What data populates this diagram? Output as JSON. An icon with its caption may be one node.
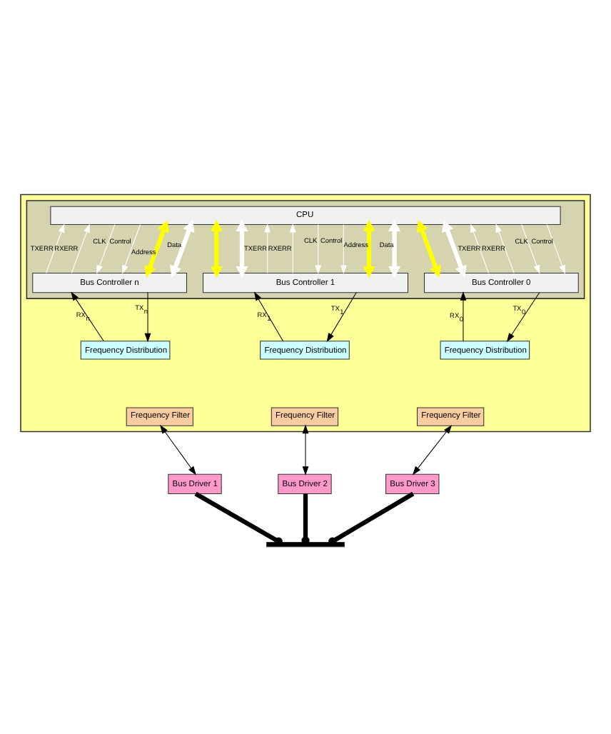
{
  "diagram": {
    "nodes": [
      {
        "text": [],
        "shape": "box"
      },
      {
        "text": [],
        "shape": "box",
        "in": 0
      },
      {
        "text": [
          "CPU"
        ],
        "in": 1
      },
      {
        "text": [
          "Bus Controller n"
        ],
        "in": 1
      },
      {
        "text": [
          "Bus Controller 1"
        ],
        "in": 1
      },
      {
        "text": [
          "Bus Controller 0"
        ],
        "in": 1
      },
      {
        "text": [
          "Frequency Distribution"
        ],
        "in": 0
      },
      {
        "text": [
          "Frequency Filter"
        ],
        "in": 0
      },
      {
        "text": [
          "Frequency Distribution"
        ],
        "in": 0
      },
      {
        "text": [
          "Frequency Filter"
        ],
        "in": 0
      },
      {
        "text": [
          "Frequency Distribution"
        ],
        "in": 0
      },
      {
        "text": [
          "Frequency Filter"
        ],
        "in": 0
      },
      {
        "text": [
          "Bus Driver 1"
        ]
      },
      {
        "text": [
          "Bus Driver 2"
        ]
      },
      {
        "text": [
          "Bus Driver 3"
        ]
      },
      {
        "text": [],
        "shape": "bar"
      }
    ],
    "edges": [
      {
        "from": 3,
        "to": 2,
        "arrow": "to",
        "label": "TXERR",
        "color": "#ffffff"
      },
      {
        "from": 3,
        "to": 2,
        "arrow": "to",
        "label": "RXERR",
        "color": "#ffffff"
      },
      {
        "from": 2,
        "to": 3,
        "arrow": "to",
        "label": "CLK",
        "color": "#ffffff"
      },
      {
        "from": 2,
        "to": 3,
        "arrow": "to",
        "label": "Control",
        "color": "#ffffff"
      },
      {
        "from": 2,
        "to": 3,
        "arrow": "both",
        "label": "Address",
        "style": "thick",
        "color": "#ffff00"
      },
      {
        "from": 2,
        "to": 4,
        "arrow": "both",
        "style": "thick",
        "color": "#ffff00"
      },
      {
        "from": 2,
        "to": 3,
        "arrow": "both",
        "label": "Data",
        "style": "thick",
        "color": "#ffffff"
      },
      {
        "from": 2,
        "to": 4,
        "arrow": "both",
        "style": "thick",
        "color": "#ffffff"
      },
      {
        "from": 4,
        "to": 2,
        "arrow": "to",
        "label": "TXERR",
        "color": "#ffffff"
      },
      {
        "from": 4,
        "to": 2,
        "arrow": "to",
        "label": "RXERR",
        "color": "#ffffff"
      },
      {
        "from": 2,
        "to": 4,
        "arrow": "to",
        "label": "CLK",
        "color": "#ffffff"
      },
      {
        "from": 2,
        "to": 4,
        "arrow": "to",
        "label": "Control",
        "color": "#ffffff"
      },
      {
        "from": 2,
        "to": 4,
        "arrow": "both",
        "label": "Address",
        "style": "thick",
        "color": "#ffff00"
      },
      {
        "from": 2,
        "to": 5,
        "arrow": "both",
        "style": "thick",
        "color": "#ffff00"
      },
      {
        "from": 2,
        "to": 4,
        "arrow": "both",
        "label": "Data",
        "style": "thick",
        "color": "#ffffff"
      },
      {
        "from": 2,
        "to": 5,
        "arrow": "both",
        "style": "thick",
        "color": "#ffffff"
      },
      {
        "from": 5,
        "to": 2,
        "arrow": "to",
        "label": "TXERR",
        "color": "#ffffff"
      },
      {
        "from": 5,
        "to": 2,
        "arrow": "to",
        "label": "RXERR",
        "color": "#ffffff"
      },
      {
        "from": 2,
        "to": 5,
        "arrow": "to",
        "label": "CLK",
        "color": "#ffffff"
      },
      {
        "from": 2,
        "to": 5,
        "arrow": "to",
        "label": "Control",
        "color": "#ffffff"
      },
      {
        "from": 6,
        "to": 3,
        "arrow": "to",
        "label": "RX$_{n}$",
        "color": "#000000"
      },
      {
        "from": 3,
        "to": 6,
        "arrow": "to",
        "label": "TX$_{n}$",
        "color": "#000000"
      },
      {
        "from": 8,
        "to": 4,
        "arrow": "to",
        "label": "RX$_{1}$",
        "color": "#000000"
      },
      {
        "from": 4,
        "to": 8,
        "arrow": "to",
        "label": "TX$_{1}$",
        "color": "#000000"
      },
      {
        "from": 10,
        "to": 5,
        "arrow": "to",
        "label": "RX$_{0}$",
        "color": "#000000"
      },
      {
        "from": 5,
        "to": 10,
        "arrow": "to",
        "label": "TX$_{0}$",
        "color": "#000000"
      },
      {
        "from": 7,
        "to": 12,
        "arrow": "both",
        "color": "#000000"
      },
      {
        "from": 9,
        "to": 13,
        "arrow": "both",
        "color": "#000000"
      },
      {
        "from": 11,
        "to": 14,
        "arrow": "both",
        "color": "#000000"
      },
      {
        "from": 12,
        "to": 15,
        "arrow": "other",
        "style": "thick",
        "color": "#000000"
      },
      {
        "from": 13,
        "to": 15,
        "arrow": "other",
        "style": "thick",
        "color": "#000000"
      },
      {
        "from": 14,
        "to": 15,
        "arrow": "other",
        "style": "thick",
        "color": "#000000"
      }
    ]
  }
}
